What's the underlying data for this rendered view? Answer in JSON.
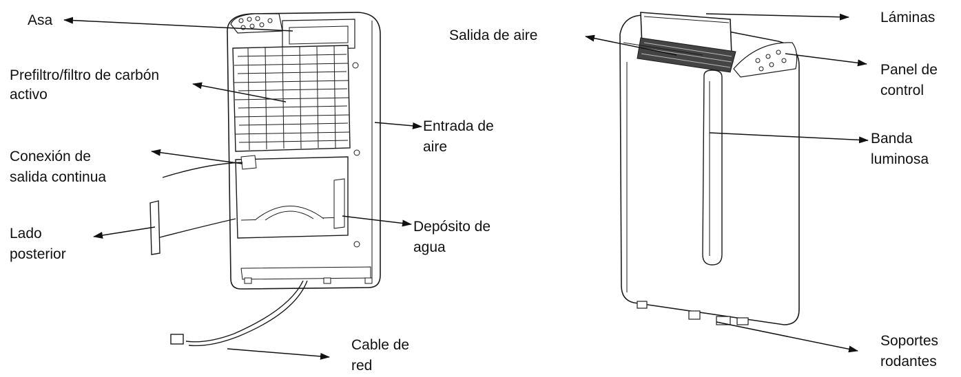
{
  "labels": {
    "asa": "Asa",
    "prefiltro_1": "Prefiltro/filtro de carbón",
    "prefiltro_2": "activo",
    "conexion_1": "Conexión de",
    "conexion_2": "salida continua",
    "lado_1": "Lado",
    "lado_2": "posterior",
    "entrada_1": "Entrada de",
    "entrada_2": "aire",
    "deposito_1": "Depósito de",
    "deposito_2": "agua",
    "cable_1": "Cable de",
    "cable_2": "red",
    "salida_aire": "Salida de aire",
    "laminas": "Láminas",
    "panel_1": "Panel de",
    "panel_2": "control",
    "banda_1": "Banda",
    "banda_2": "luminosa",
    "soportes_1": "Soportes",
    "soportes_2": "rodantes"
  },
  "colors": {
    "line": "#1a1a1a",
    "fill": "#ffffff"
  }
}
